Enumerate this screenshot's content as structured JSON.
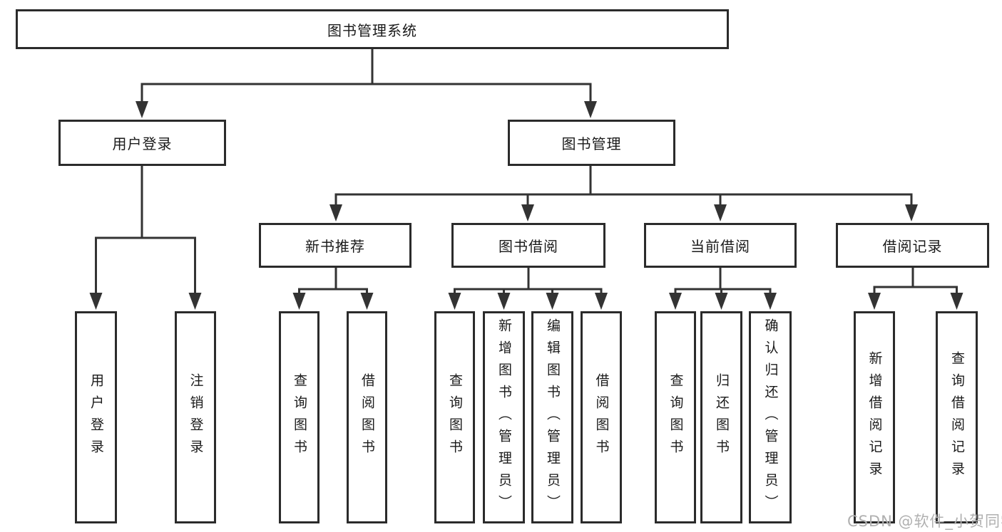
{
  "diagram": {
    "root": "图书管理系统",
    "level2": {
      "user_login": "用户登录",
      "book_management": "图书管理"
    },
    "level3": {
      "new_book_recommend": "新书推荐",
      "book_borrow": "图书借阅",
      "current_borrow": "当前借阅",
      "borrow_record": "借阅记录"
    },
    "leaves": {
      "user_login": [
        "用户登录",
        "注销登录"
      ],
      "new_book_recommend": [
        "查询图书",
        "借阅图书"
      ],
      "book_borrow": [
        "查询图书",
        "新增图书（管理员）",
        "编辑图书（管理员）",
        "借阅图书"
      ],
      "current_borrow": [
        "查询图书",
        "归还图书",
        "确认归还（管理员）"
      ],
      "borrow_record": [
        "新增借阅记录",
        "查询借阅记录"
      ]
    }
  },
  "watermark": "CSDN @软件_小贺同学",
  "colors": {
    "line": "#333333",
    "box_border": "#2b2b2b",
    "text": "#1a1a1a",
    "watermark": "#b0b0b0",
    "background": "#ffffff"
  }
}
